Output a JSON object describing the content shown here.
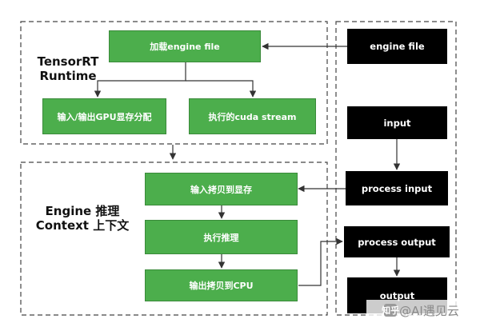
{
  "sections": {
    "runtime_title": [
      "TensorRT",
      "Runtime"
    ],
    "context_title": [
      "Engine 推理",
      "Context 上下文"
    ]
  },
  "nodes": {
    "load_engine": "加载engine file",
    "alloc_gpu": "输入/输出GPU显存分配",
    "cuda_stream": "执行的cuda stream",
    "copy_in": "输入拷贝到显存",
    "run_infer": "执行推理",
    "copy_out": "输出拷贝到CPU",
    "engine_file": "engine file",
    "input": "input",
    "process_input": "process input",
    "process_output": "process output",
    "output": "output"
  },
  "watermark": {
    "logo": "知乎",
    "text": "@AI遇见云"
  },
  "colors": {
    "green_fill": "#4cae4c",
    "green_border": "#3a8a3a",
    "black_fill": "#000000",
    "line": "#333333",
    "dash": "#444444"
  }
}
